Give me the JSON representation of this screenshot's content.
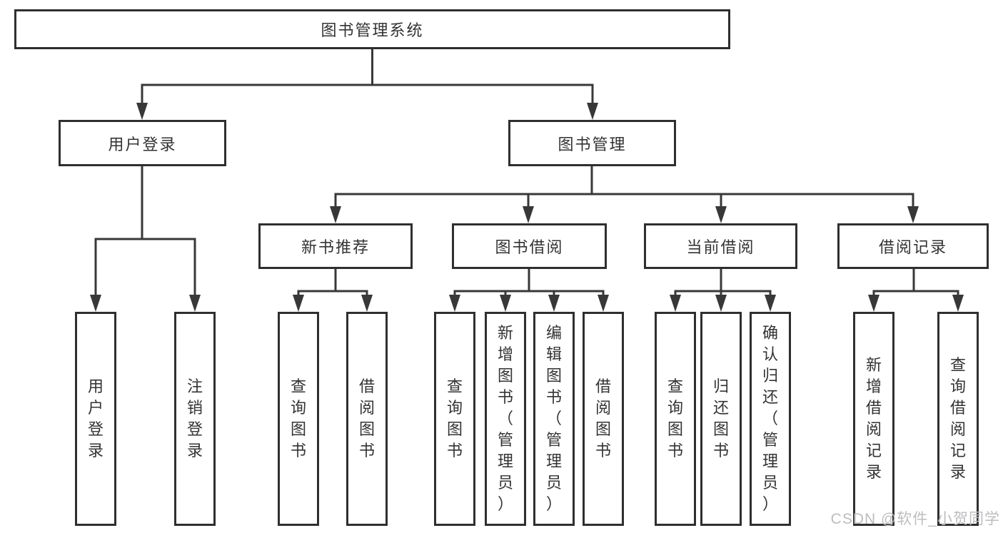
{
  "page": {
    "background": "#ffffff",
    "line_color": "#383838",
    "box_border_color": "#2f2f2f",
    "text_color": "#333333"
  },
  "watermark": {
    "text": "CSDN @软件_小贺同学",
    "color": "#bdbdc0"
  },
  "tree": {
    "root": {
      "label": "图书管理系统"
    },
    "level2": [
      {
        "label": "用户登录"
      },
      {
        "label": "图书管理"
      }
    ],
    "level3": [
      {
        "label": "新书推荐"
      },
      {
        "label": "图书借阅"
      },
      {
        "label": "当前借阅"
      },
      {
        "label": "借阅记录"
      }
    ],
    "leaves": {
      "user_login": [
        "用户登录",
        "注销登录"
      ],
      "new_book_recommend": [
        "查询图书",
        "借阅图书"
      ],
      "book_borrowing": [
        "查询图书",
        "新增图书（管理员）",
        "编辑图书（管理员）",
        "借阅图书"
      ],
      "current_borrowing": [
        "查询图书",
        "归还图书",
        "确认归还（管理员）"
      ],
      "borrowing_records": [
        "新增借阅记录",
        "查询借阅记录"
      ]
    }
  }
}
